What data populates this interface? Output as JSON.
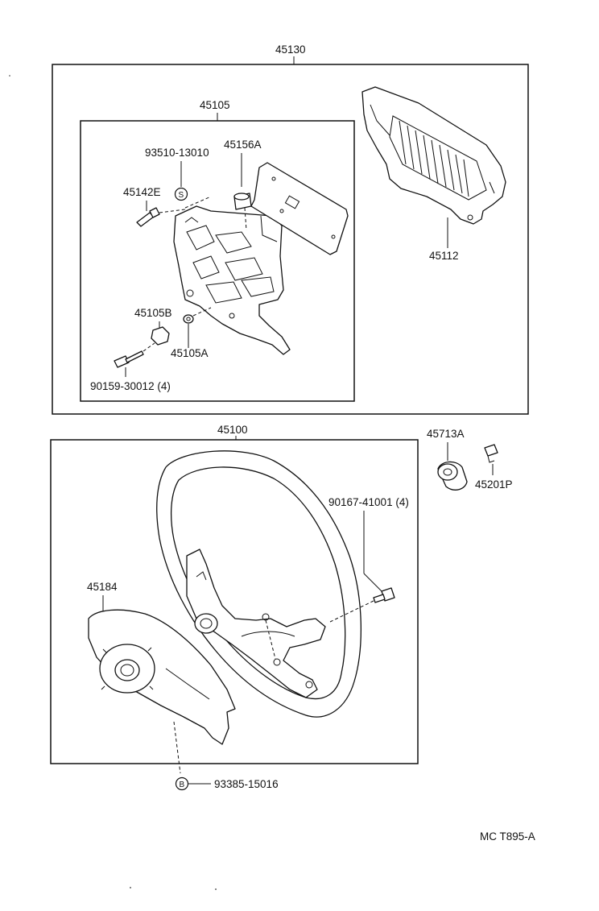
{
  "callouts": {
    "assembly_45130": "45130",
    "sub_45105": "45105",
    "bolt_93510": "93510-13010",
    "part_45156A": "45156A",
    "screw_45142E": "45142E",
    "symbol_s": "S",
    "pad_45112": "45112",
    "nut_45105B": "45105B",
    "collar_45105A": "45105A",
    "bolt_90159": "90159-30012 (4)",
    "wheel_45100": "45100",
    "part_45713A": "45713A",
    "clip_45201P": "45201P",
    "bolt_90167": "90167-41001 (4)",
    "cover_45184": "45184",
    "symbol_b": "B",
    "screw_93385": "93385-15016"
  },
  "footer_code": "MC  T895-A"
}
